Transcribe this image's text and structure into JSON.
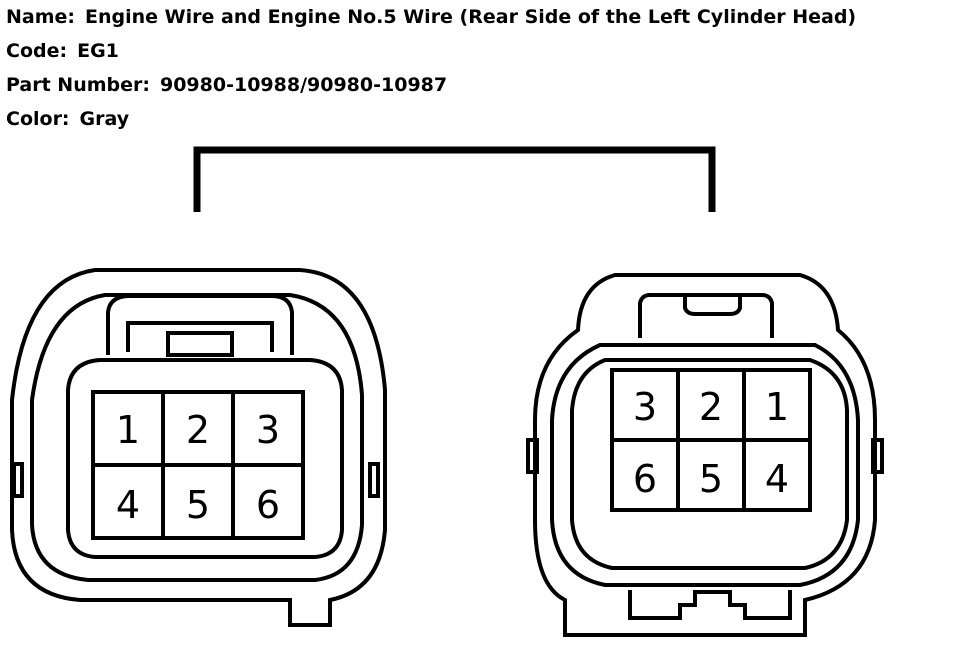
{
  "header": {
    "name_label": "Name:",
    "name_value": "Engine Wire and Engine No.5 Wire (Rear Side of the Left Cylinder Head)",
    "code_label": "Code:",
    "code_value": "EG1",
    "part_label": "Part Number:",
    "part_value": "90980-10988/90980-10987",
    "color_label": "Color:",
    "color_value": "Gray"
  },
  "left_connector": {
    "pins": [
      "1",
      "2",
      "3",
      "4",
      "5",
      "6"
    ]
  },
  "right_connector": {
    "pins": [
      "3",
      "2",
      "1",
      "6",
      "5",
      "4"
    ]
  }
}
